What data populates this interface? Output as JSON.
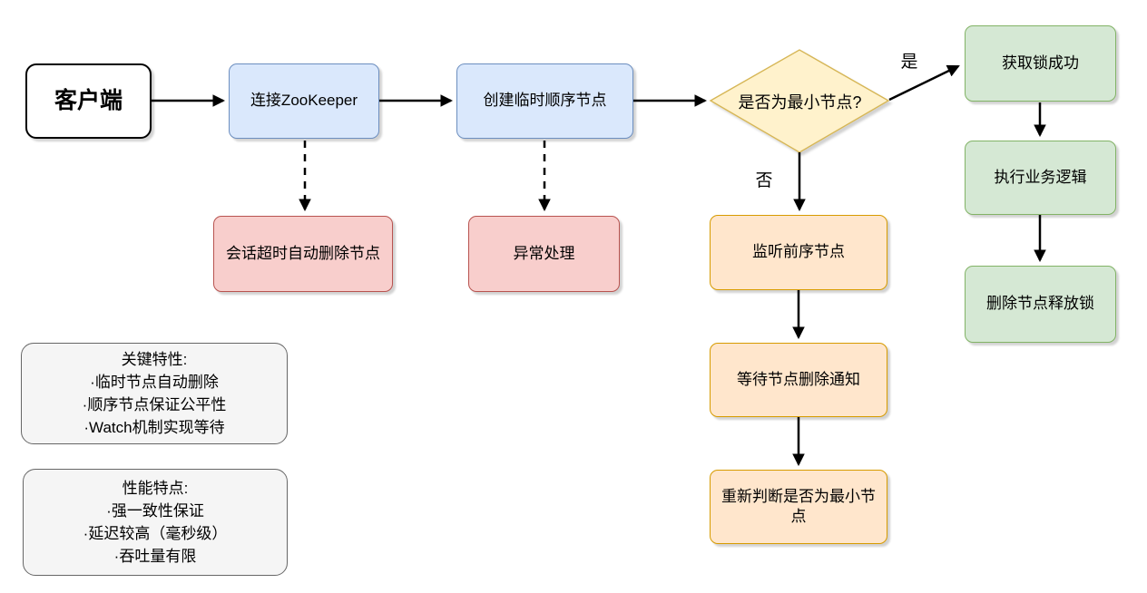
{
  "colors": {
    "white_fill": "#ffffff",
    "black": "#000000",
    "blue_fill": "#dae8fc",
    "blue_stroke": "#6c8ebf",
    "green_fill": "#d5e8d4",
    "green_stroke": "#82b366",
    "red_fill": "#f8cecc",
    "red_stroke": "#b85450",
    "orange_fill": "#ffe6cc",
    "orange_stroke": "#d79b00",
    "yellow_fill": "#fff2cc",
    "yellow_stroke": "#d6b656",
    "gray_fill": "#f5f5f5",
    "gray_stroke": "#666666",
    "arrow": "#000000"
  },
  "nodes": {
    "client": "客户端",
    "connect": "连接ZooKeeper",
    "create": "创建临时顺序节点",
    "decision": "是否为最小节点?",
    "session_timeout": "会话超时自动删除节点",
    "exception": "异常处理",
    "watch_prev": "监听前序节点",
    "wait_notify": "等待节点删除通知",
    "recheck": "重新判断是否为最小节点",
    "lock_success": "获取锁成功",
    "business": "执行业务逻辑",
    "release": "删除节点释放锁"
  },
  "edge_labels": {
    "yes": "是",
    "no": "否"
  },
  "notes": {
    "key_features": {
      "title": "关键特性:",
      "items": [
        "·临时节点自动删除",
        "·顺序节点保证公平性",
        "·Watch机制实现等待"
      ]
    },
    "performance": {
      "title": "性能特点:",
      "items": [
        "·强一致性保证",
        "·延迟较高（毫秒级）",
        "·吞吐量有限"
      ]
    }
  }
}
